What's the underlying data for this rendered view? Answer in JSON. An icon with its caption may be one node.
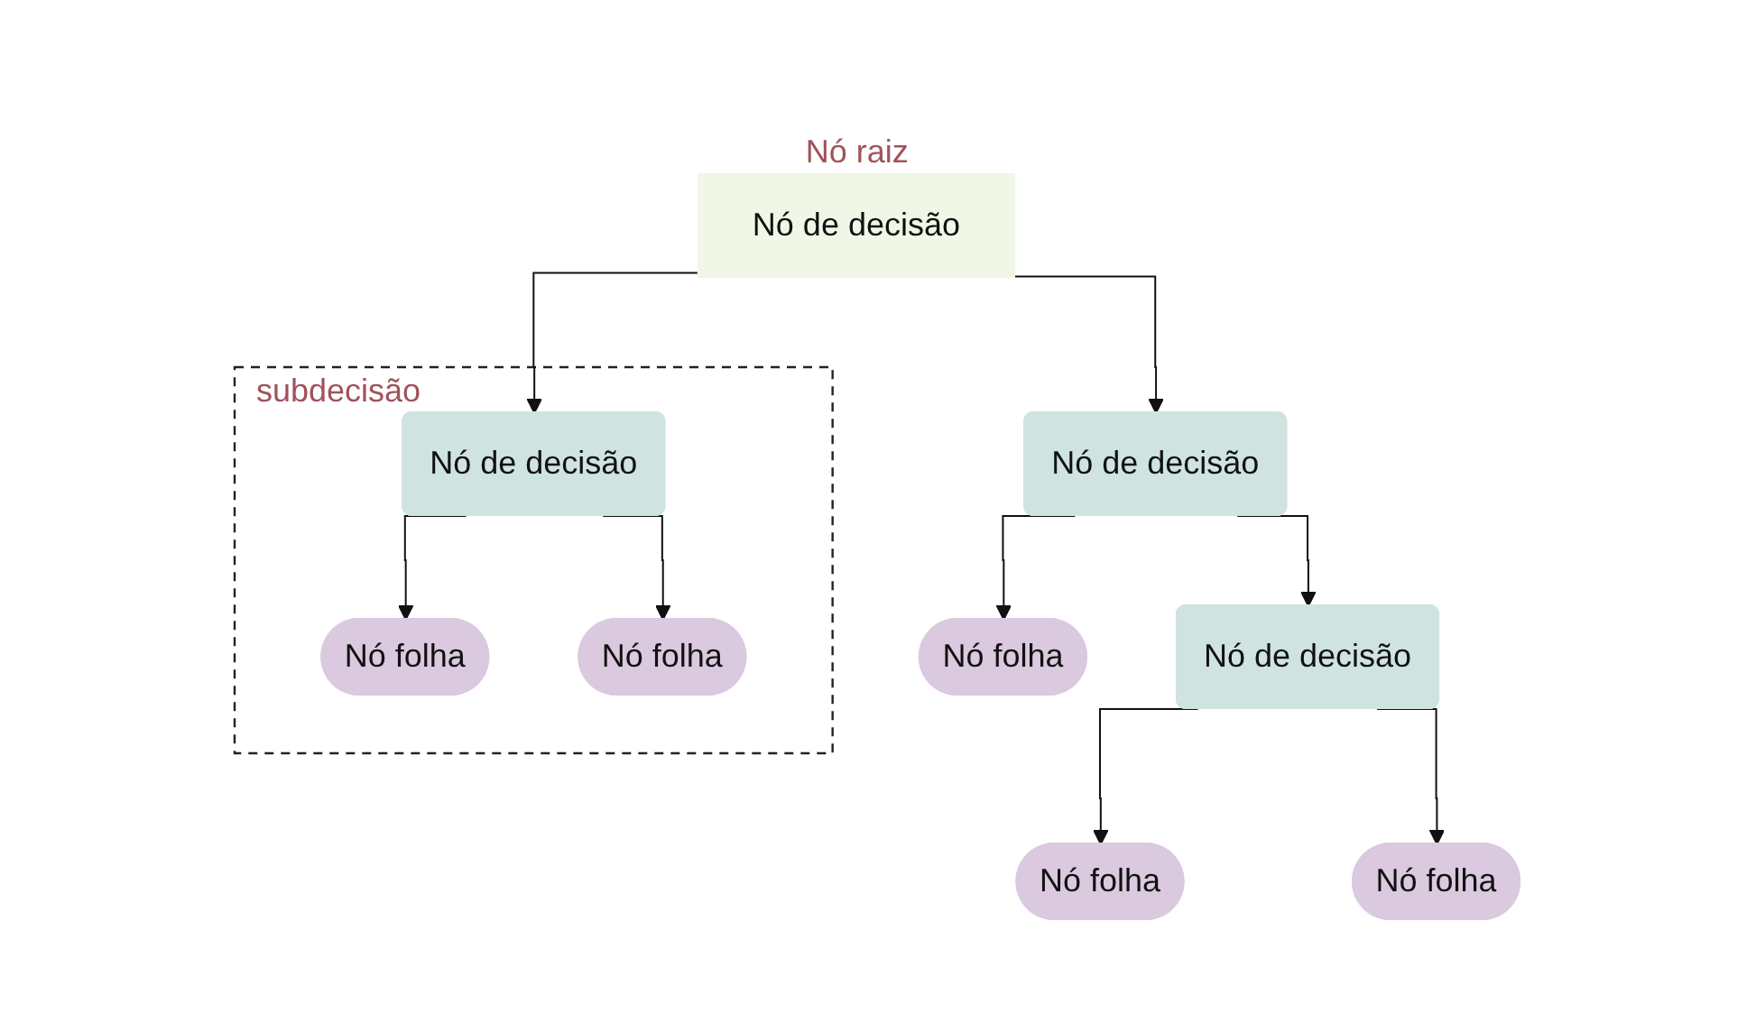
{
  "diagram": {
    "nodes": [
      {
        "text": [
          "Nó de decisão"
        ],
        "beside": [
          "Nó raiz"
        ]
      },
      {
        "text": [
          "subdecisão"
        ]
      },
      {
        "text": [
          "Nó de decisão"
        ],
        "in": 1
      },
      {
        "text": [
          "Nó folha"
        ],
        "in": 1
      },
      {
        "text": [
          "Nó folha"
        ],
        "in": 1
      },
      {
        "text": [
          "Nó de decisão"
        ]
      },
      {
        "text": [
          "Nó folha"
        ]
      },
      {
        "text": [
          "Nó de decisão"
        ]
      },
      {
        "text": [
          "Nó folha"
        ]
      },
      {
        "text": [
          "Nó folha"
        ]
      }
    ],
    "edges": [
      {
        "from": 0,
        "to": 2,
        "arrow": "to"
      },
      {
        "from": 0,
        "to": 5,
        "arrow": "to"
      },
      {
        "from": 2,
        "to": 3,
        "arrow": "to"
      },
      {
        "from": 2,
        "to": 4,
        "arrow": "to"
      },
      {
        "from": 5,
        "to": 6,
        "arrow": "to"
      },
      {
        "from": 5,
        "to": 7,
        "arrow": "to"
      },
      {
        "from": 7,
        "to": 8,
        "arrow": "to"
      },
      {
        "from": 7,
        "to": 9,
        "arrow": "to"
      }
    ]
  }
}
